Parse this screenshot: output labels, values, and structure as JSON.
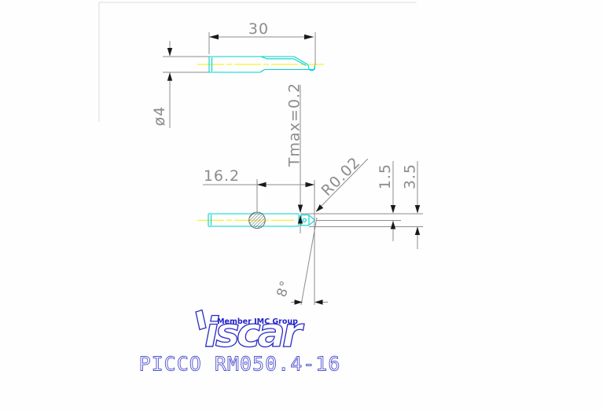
{
  "drawing": {
    "dimensions": {
      "overall_length": "30",
      "shank_diameter": "ø4",
      "tmax": "Tmax=0.2",
      "tip_radius": "R0.02",
      "tip_offset": "16.2",
      "edge_height": "1.5",
      "head_height": "3.5",
      "point_angle": "8°"
    },
    "branding": {
      "logo": "iscar",
      "member": "Member IMC Group",
      "part_number": "PICCO RM050.4-16"
    },
    "colors": {
      "tool_outline": "#00d2d2",
      "centerline": "#f2f200",
      "dimension_gray": "#8c8c8c",
      "arrow_black": "#1a1a1a",
      "brand_blue": "#2a2ac6",
      "part_text_blue": "#4f4fd0"
    }
  }
}
